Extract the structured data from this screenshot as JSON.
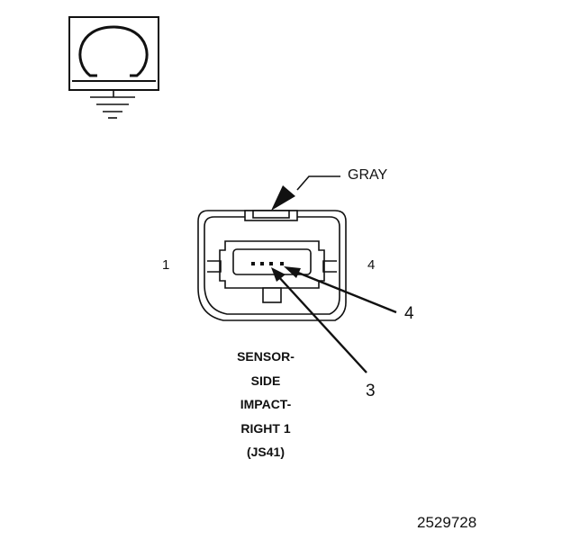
{
  "ground_symbol": {
    "icon": "ohm-ground-icon"
  },
  "connector": {
    "color_label": "GRAY",
    "pin_left_label": "1",
    "pin_right_label": "4",
    "callouts": [
      "4",
      "3"
    ],
    "name_lines": [
      "SENSOR-",
      "SIDE",
      "IMPACT-",
      "RIGHT 1",
      "(JS41)"
    ]
  },
  "figure_id": "2529728"
}
